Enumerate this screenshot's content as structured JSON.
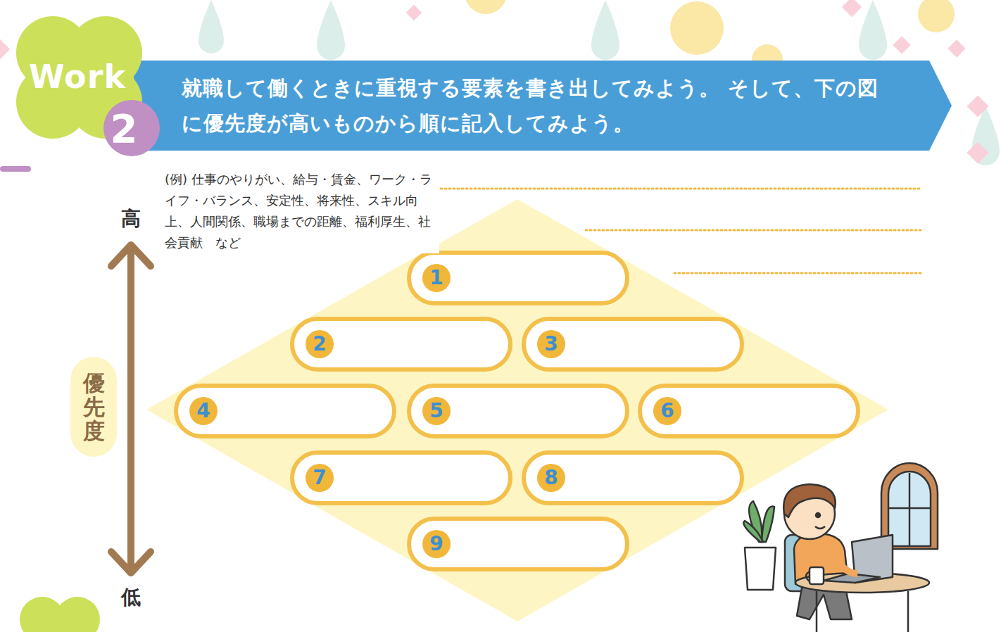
{
  "diagram": {
    "title": "就職して働くときに重視する要素を書き出してみよう。 そして、下の図に優先度が高いものから順に記入してみよう。",
    "nodes": [
      {
        "text": [
          "Work",
          "2"
        ]
      },
      {
        "text": [
          "1"
        ]
      },
      {
        "text": [
          "2"
        ]
      },
      {
        "text": [
          "3"
        ]
      },
      {
        "text": [
          "4"
        ]
      },
      {
        "text": [
          "5"
        ]
      },
      {
        "text": [
          "6"
        ]
      },
      {
        "text": [
          "7"
        ]
      },
      {
        "text": [
          "8"
        ]
      },
      {
        "text": [
          "9"
        ]
      },
      {
        "text": [
          "優先度"
        ]
      }
    ],
    "labels": [
      "(例) 仕事のやりがい、給与・賃金、ワーク・ライフ・バランス、安定性、将来性、スキル向上、人間関係、職場までの距離、福利厚生、社会貢献　など",
      "高",
      "低"
    ]
  }
}
